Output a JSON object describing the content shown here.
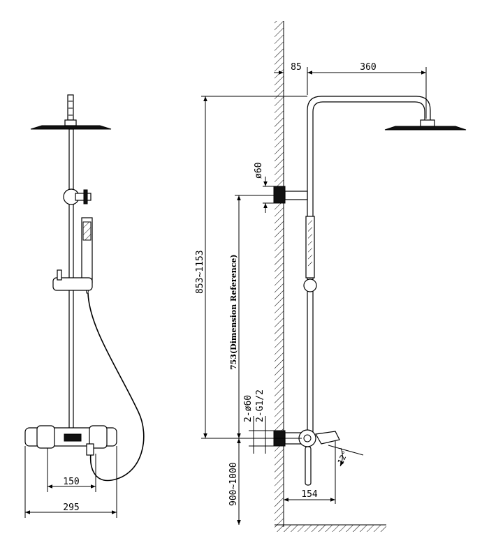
{
  "dimensions": {
    "top_offset": "85",
    "arm_length": "360",
    "flange_dia": "ø60",
    "height_range": "853~1153",
    "center_height": "753(Dimension Reference)",
    "inlet_dia": "2-ø60",
    "thread_size": "2-G1/2",
    "mount_height": "900~1000",
    "outlet_depth": "154",
    "spout_angle": "12°",
    "inlet_spacing": "150",
    "body_width": "295"
  }
}
